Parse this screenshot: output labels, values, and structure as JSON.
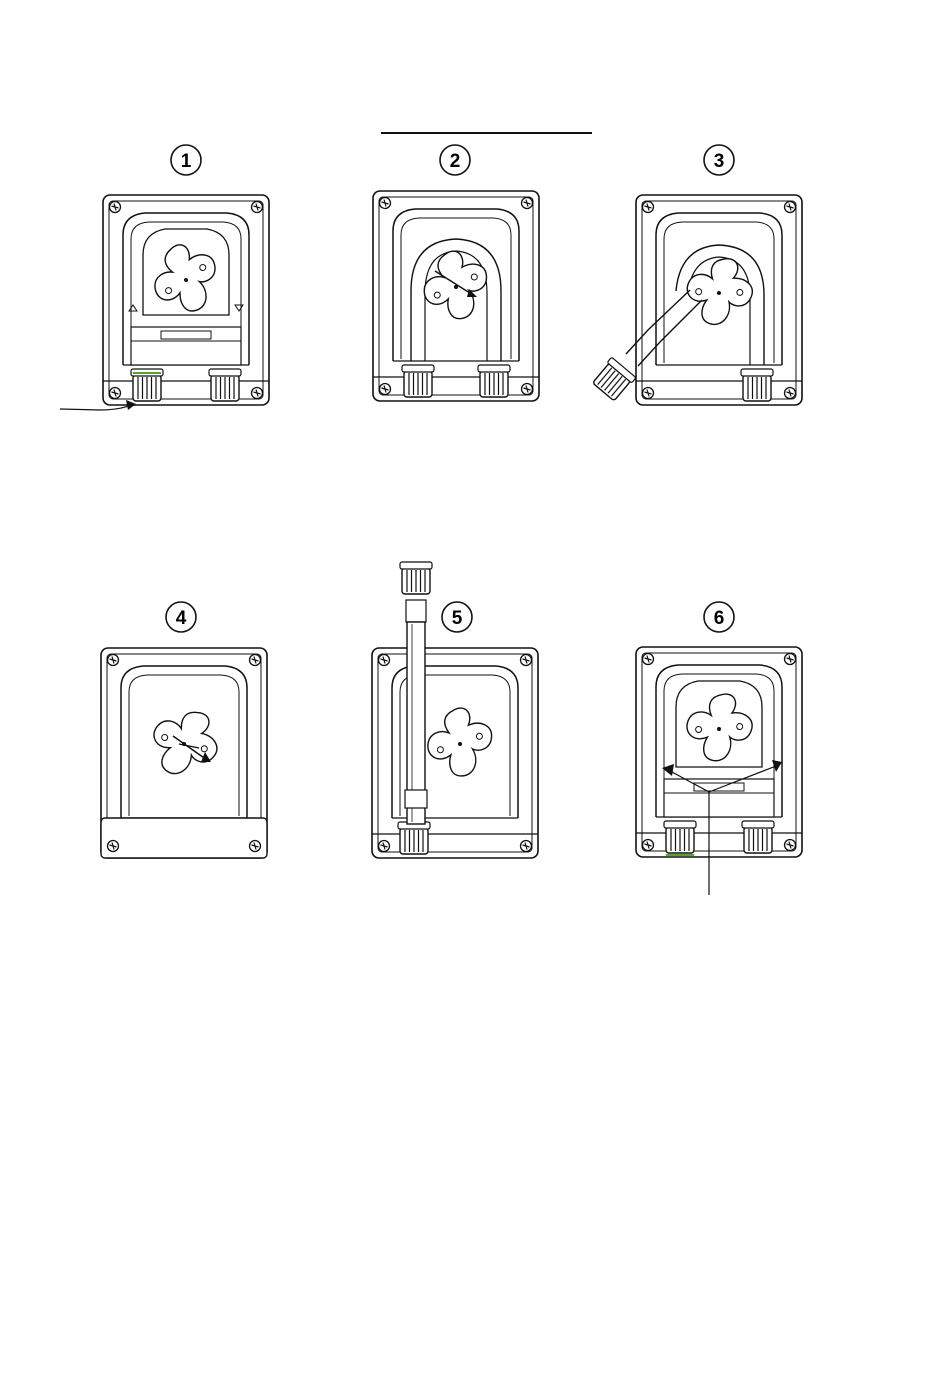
{
  "steps": [
    {
      "number": "1"
    },
    {
      "number": "2"
    },
    {
      "number": "3"
    },
    {
      "number": "4"
    },
    {
      "number": "5"
    },
    {
      "number": "6"
    }
  ],
  "colors": {
    "ink": "#111111",
    "fitting_accent": "#5aa02c",
    "paper": "#ffffff"
  }
}
